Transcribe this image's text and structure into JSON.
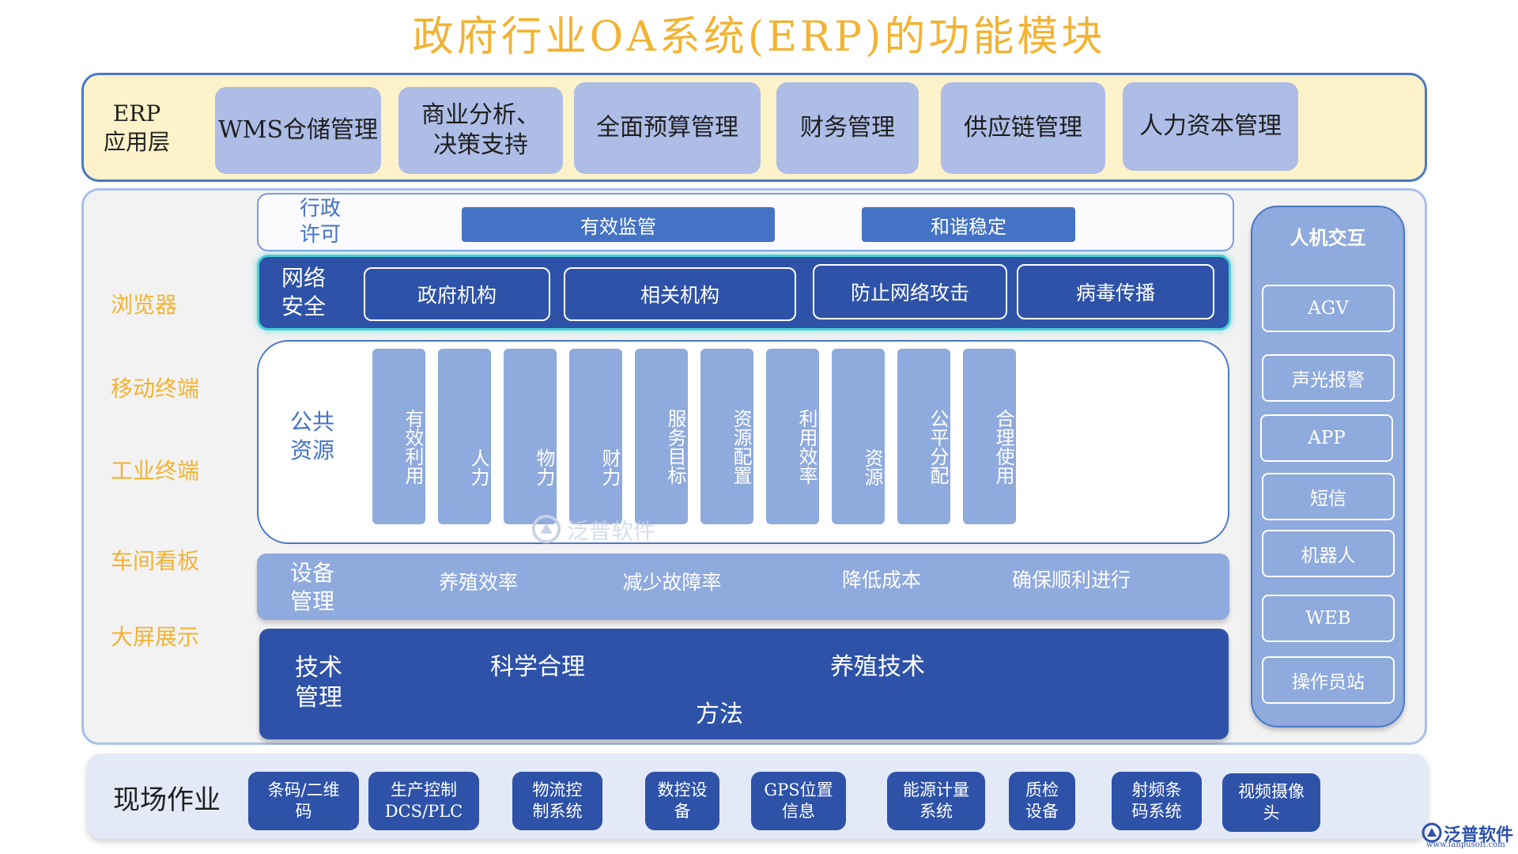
{
  "title": "政府行业OA系统(ERP)的功能模块",
  "erp_layer": {
    "label_line1": "ERP",
    "label_line2": "应用层",
    "modules": [
      {
        "line1": "WMS仓储管理",
        "line2": ""
      },
      {
        "line1": "商业分析、",
        "line2": "决策支持"
      },
      {
        "line1": "全面预算管理",
        "line2": ""
      },
      {
        "line1": "财务管理",
        "line2": ""
      },
      {
        "line1": "供应链管理",
        "line2": ""
      },
      {
        "line1": "人力资本管理",
        "line2": ""
      }
    ]
  },
  "clients": [
    "浏览器",
    "移动终端",
    "工业终端",
    "车间看板",
    "大屏展示"
  ],
  "admin": {
    "label_line1": "行政",
    "label_line2": "许可",
    "items": [
      "有效监管",
      "和谐稳定"
    ]
  },
  "network": {
    "label_line1": "网络",
    "label_line2": "安全",
    "items": [
      "政府机构",
      "相关机构",
      "防止网络攻击",
      "病毒传播"
    ]
  },
  "resources": {
    "label_line1": "公共",
    "label_line2": "资源",
    "items": [
      "有效利用",
      "人力",
      "物力",
      "财力",
      "服务目标",
      "资源配置",
      "利用效率",
      "资源",
      "公平分配",
      "合理使用"
    ]
  },
  "equipment": {
    "label_line1": "设备",
    "label_line2": "管理",
    "items": [
      "养殖效率",
      "减少故障率",
      "降低成本",
      "确保顺利进行"
    ]
  },
  "tech": {
    "label_line1": "技术",
    "label_line2": "管理",
    "items": [
      "科学合理",
      "养殖技术",
      "方法"
    ]
  },
  "hmi": {
    "title": "人机交互",
    "items": [
      "AGV",
      "声光报警",
      "APP",
      "短信",
      "机器人",
      "WEB",
      "操作员站"
    ]
  },
  "field": {
    "label": "现场作业",
    "items": [
      {
        "line1": "条码/二维",
        "line2": "码"
      },
      {
        "line1": "生产控制",
        "line2": "DCS/PLC"
      },
      {
        "line1": "物流控",
        "line2": "制系统"
      },
      {
        "line1": "数控设",
        "line2": "备"
      },
      {
        "line1": "GPS位置",
        "line2": "信息"
      },
      {
        "line1": "能源计量",
        "line2": "系统"
      },
      {
        "line1": "质检",
        "line2": "设备"
      },
      {
        "line1": "射频条",
        "line2": "码系统"
      },
      {
        "line1": "视频摄像",
        "line2": "头"
      }
    ]
  },
  "watermark": "泛普软件",
  "logo": {
    "text": "泛普软件",
    "url": "www.fanpusoft.com"
  },
  "colors": {
    "title": "#f2b333",
    "dark_blue": "#2e52a8",
    "mid_blue": "#4472c4",
    "light_blue": "#8faadc",
    "erp_bg": "#fdf2c9",
    "teal_glow": "#49d0d6"
  }
}
